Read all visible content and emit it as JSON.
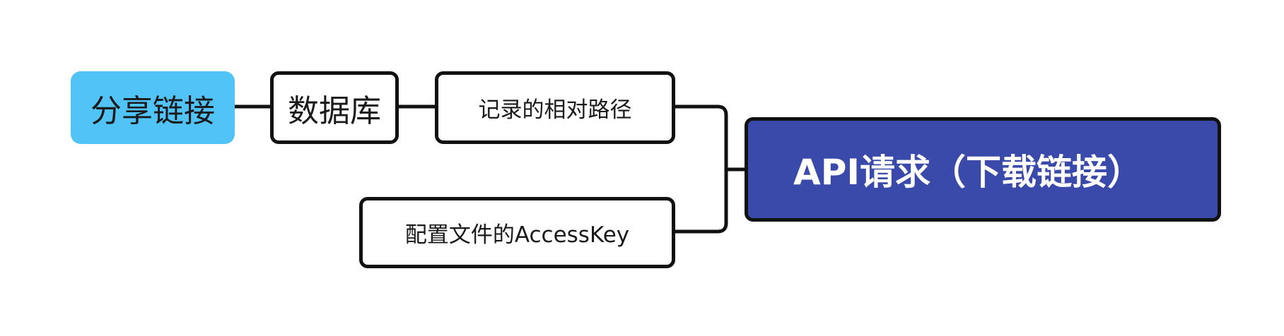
{
  "diagram": {
    "type": "mind-map",
    "colors": {
      "root_fill": "#52c3f7",
      "target_fill": "#3a4aab",
      "stroke": "#111111",
      "node_fill": "#ffffff"
    },
    "nodes": [
      {
        "id": "share",
        "label": "分享链接"
      },
      {
        "id": "db",
        "label": "数据库"
      },
      {
        "id": "path",
        "label": "记录的相对路径"
      },
      {
        "id": "key",
        "label": "配置文件的AccessKey"
      },
      {
        "id": "api",
        "label": "API请求（下载链接）"
      }
    ],
    "edges": [
      {
        "from": "share",
        "to": "db"
      },
      {
        "from": "db",
        "to": "path"
      },
      {
        "from": "path",
        "to": "api"
      },
      {
        "from": "key",
        "to": "api"
      }
    ]
  }
}
